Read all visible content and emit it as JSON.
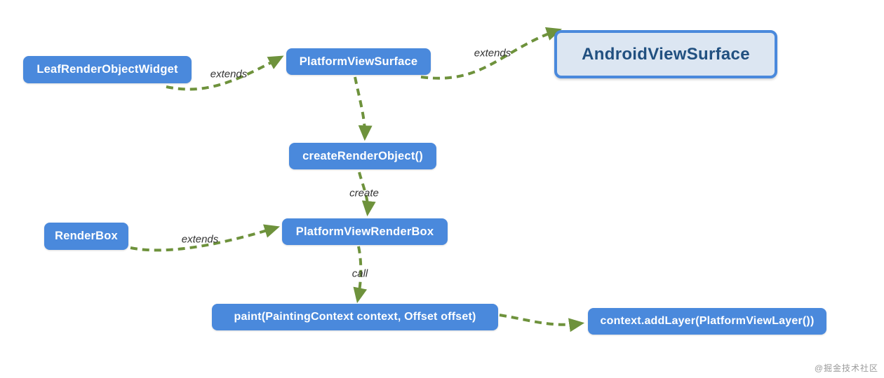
{
  "diagram": {
    "nodes": {
      "leaf": {
        "label": "LeafRenderObjectWidget"
      },
      "pvs": {
        "label": "PlatformViewSurface"
      },
      "avs": {
        "label": "AndroidViewSurface"
      },
      "cro": {
        "label": "createRenderObject()"
      },
      "rbox": {
        "label": "RenderBox"
      },
      "pvrb": {
        "label": "PlatformViewRenderBox"
      },
      "paint": {
        "label": "paint(PaintingContext context, Offset offset)"
      },
      "addlayer": {
        "label": "context.addLayer(PlatformViewLayer())"
      }
    },
    "edge_labels": {
      "extends_leaf_to_pvs": "extends",
      "extends_pvs_to_avs": "extends",
      "create_cro_to_pvrb": "create",
      "extends_rbox_to_pvrb": "extends",
      "call_pvrb_to_paint": "call"
    },
    "colors": {
      "node_fill": "#4a89dc",
      "node_text": "#ffffff",
      "highlight_fill": "#dce6f2",
      "highlight_border": "#4a89dc",
      "highlight_text": "#215080",
      "arrow": "#6e923c",
      "edge_label_text": "#333333"
    },
    "watermark": "@掘金技术社区"
  }
}
